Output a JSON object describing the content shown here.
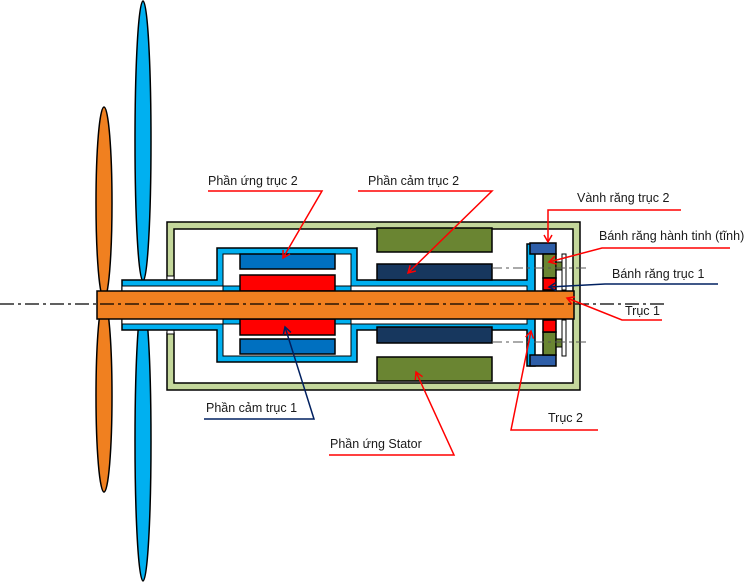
{
  "diagram": {
    "title": "Contra-rotating dual-shaft motor with planetary gear",
    "colors": {
      "shaft1": "#f08020",
      "shaft2": "#00b0f0",
      "housing": "#c4d79b",
      "rotor_inner": "#ff0000",
      "stator_outer": "#0070c0",
      "pm_shaft2": "#17375e",
      "stator_winding": "#6a8532",
      "ring_gear": "#2e5ea8",
      "leader_red": "#ff0000",
      "leader_blue": "#002060"
    },
    "labels": {
      "phan_ung_truc_2": "Phần ứng trục 2",
      "phan_cam_truc_2": "Phần cảm trục 2",
      "vanh_rang_truc_2": "Vành răng trục 2",
      "banh_rang_hanh_tinh": "Bánh răng hành tinh (tĩnh)",
      "banh_rang_truc_1": "Bánh răng trục 1",
      "truc_1": "Trục 1",
      "phan_cam_truc_1": "Phần cảm trục 1",
      "phan_ung_stator": "Phần ứng Stator",
      "truc_2": "Trục 2"
    }
  }
}
